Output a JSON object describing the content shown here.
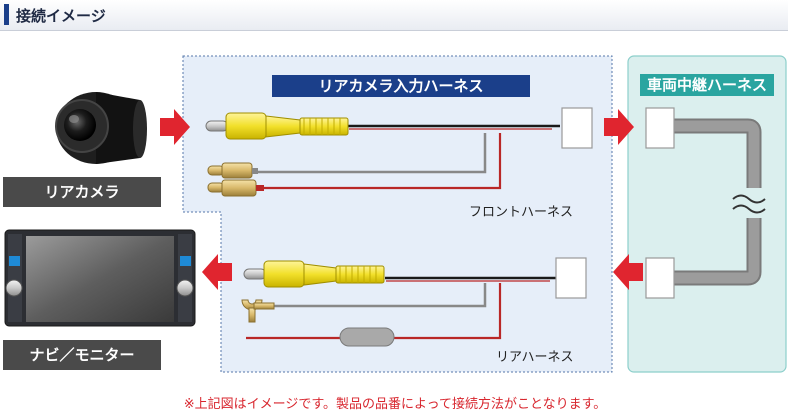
{
  "header": {
    "title": "接続イメージ"
  },
  "labels": {
    "rear_camera_harness": "リアカメラ入力ハーネス",
    "relay_harness": "車両中継ハーネス",
    "rear_camera": "リアカメラ",
    "navi_monitor": "ナビ／モニター",
    "front_harness": "フロントハーネス",
    "rear_harness": "リアハーネス"
  },
  "note": "※上記図はイメージです。製品の品番によって接続方法がことなります。",
  "colors": {
    "navy": "#1b3f8a",
    "teal": "#2aa5a0",
    "gray_label": "#4a4a4a",
    "arrow_red": "#e0252f",
    "rca_yellow": "#f2e02a",
    "panel_blue": "#e6eef9",
    "panel_teal": "#dbefee"
  },
  "icons": [
    "camera-icon",
    "monitor-icon",
    "rca-plug-icon",
    "spade-terminal-icon",
    "pin-terminal-icon",
    "connector-icon",
    "arrow-icon",
    "break-symbol-icon"
  ]
}
